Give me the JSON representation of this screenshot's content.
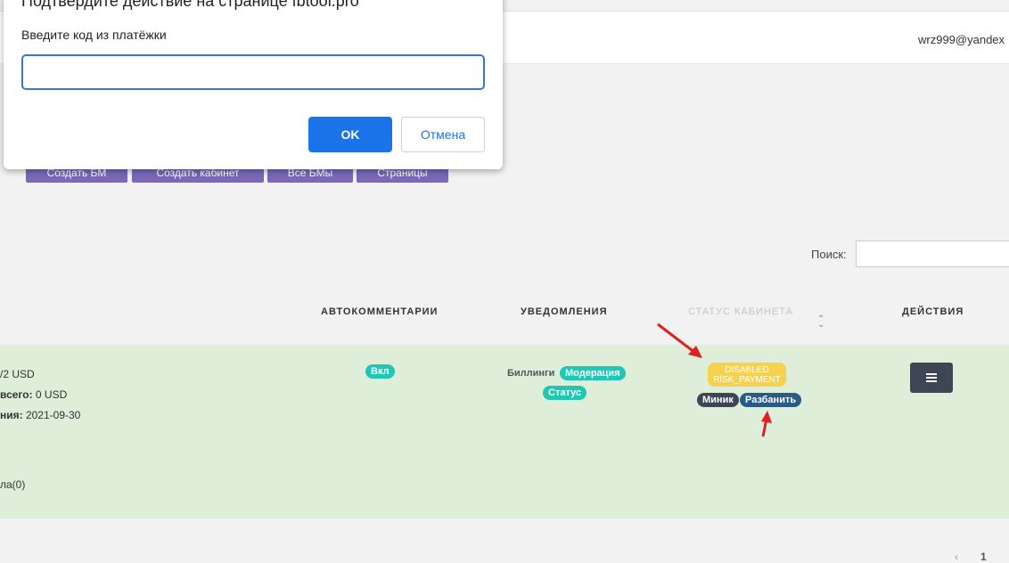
{
  "header": {
    "user_email": "wrz999@yandex"
  },
  "toolbar": {
    "buttons": [
      "Создать БМ",
      "Создать кабинет",
      "Все БМы",
      "Страницы"
    ]
  },
  "search": {
    "label": "Поиск:",
    "value": ""
  },
  "table": {
    "headers": {
      "autocomments": "АВТОКОММЕНТАРИИ",
      "notifications": "УВЕДОМЛЕНИЯ",
      "cabinet_status": "СТАТУС КАБИНЕТА",
      "actions": "ДЕЙСТВИЯ"
    },
    "row": {
      "line1": "/2 USD",
      "line2_label": "всего:",
      "line2_value": " 0 USD",
      "line3_label": "ния:",
      "line3_value": " 2021-09-30",
      "line4": "ла(0)",
      "autocomments_badge": "Вкл",
      "notifications": {
        "billing": "Биллинги",
        "moderation": "Модерация",
        "status": "Статус"
      },
      "status_line1": "DISABLED",
      "status_line2": "RISK_PAYMENT",
      "minik": "Миник",
      "unban": "Разбанить"
    }
  },
  "pagination": {
    "prev": "‹",
    "page": "1"
  },
  "dialog": {
    "title": "Подтвердите действие на странице fbtool.pro",
    "message": "Введите код из платёжки",
    "input_value": "",
    "ok_label": "OK",
    "cancel_label": "Отмена"
  },
  "colors": {
    "accent": "#1a73e8",
    "purple": "#7a68b8",
    "teal": "#1fc8b4",
    "status_yellow": "#f5d14c",
    "row_green": "#deeed9",
    "arrow_red": "#e02020"
  }
}
